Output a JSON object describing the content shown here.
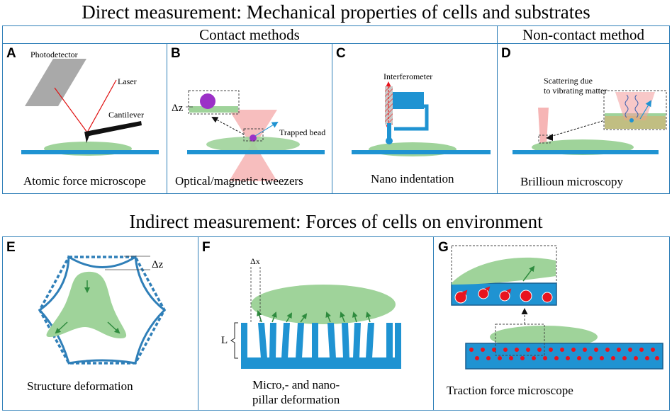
{
  "title_direct": "Direct measurement: Mechanical properties of cells and substrates",
  "title_indirect": "Indirect measurement: Forces of cells on environment",
  "header_contact": "Contact methods",
  "header_noncontact": "Non-contact method",
  "panels": {
    "A": {
      "letter": "A",
      "caption": "Atomic force microscope",
      "labels": {
        "photodetector": "Photodetector",
        "laser": "Laser",
        "cantilever": "Cantilever"
      }
    },
    "B": {
      "letter": "B",
      "caption": "Optical/magnetic tweezers",
      "labels": {
        "dz": "Δz",
        "trapped_bead": "Trapped bead"
      }
    },
    "C": {
      "letter": "C",
      "caption": "Nano indentation",
      "labels": {
        "interferometer": "Interferometer"
      }
    },
    "D": {
      "letter": "D",
      "caption": "Brillioun microscopy",
      "labels": {
        "scattering_line1": "Scattering due",
        "scattering_line2": "to vibrating matter"
      }
    },
    "E": {
      "letter": "E",
      "caption": "Structure deformation",
      "labels": {
        "dz": "Δz"
      }
    },
    "F": {
      "letter": "F",
      "caption_line1": "Micro,- and nano-",
      "caption_line2": "pillar deformation",
      "labels": {
        "dx": "Δx",
        "L": "L"
      }
    },
    "G": {
      "letter": "G",
      "caption": "Traction force microscope"
    }
  },
  "colors": {
    "frame": "#2f7fb8",
    "substrate": "#1f93d2",
    "cell": "#9fd39a",
    "arrow": "#2e8b3e",
    "laser": "#f4a3a3",
    "bead": "#9b30c7",
    "dot": "#e8141e"
  }
}
